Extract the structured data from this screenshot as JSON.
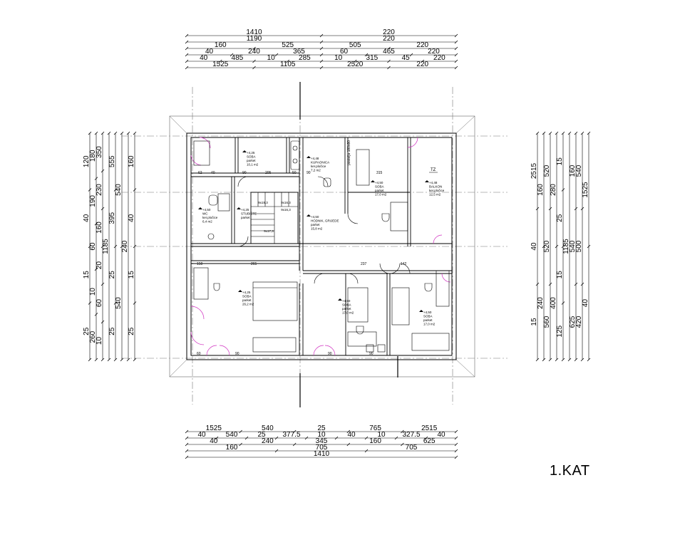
{
  "sheet": {
    "label": "1.KAT"
  },
  "dims": {
    "top": [
      [
        "1410",
        "220"
      ],
      [
        "1190",
        "220"
      ],
      [
        "160",
        "525",
        "505",
        "220"
      ],
      [
        "40",
        "240",
        "365",
        "60",
        "465",
        "220"
      ],
      [
        "40",
        "485",
        "10",
        "285",
        "10",
        "315",
        "45",
        "220"
      ],
      [
        "1525",
        "1105",
        "2520",
        "220"
      ]
    ],
    "bottom": [
      [
        "1525",
        "540",
        "25",
        "765",
        "2515"
      ],
      [
        "40",
        "540",
        "25",
        "377.5",
        "10",
        "40",
        "10",
        "327.5",
        "40"
      ],
      [
        "40",
        "240",
        "345",
        "160",
        "625"
      ],
      [
        "160",
        "705",
        "705"
      ],
      [
        "1410"
      ]
    ],
    "left": [
      [
        "120",
        "40",
        "15",
        "25"
      ],
      [
        "180",
        "190",
        "60",
        "10",
        "260"
      ],
      [
        "350",
        "230",
        "160",
        "20",
        "60",
        "10"
      ],
      [
        "1185"
      ],
      [
        "555",
        "395",
        "25",
        "25"
      ],
      [
        "540",
        "540"
      ],
      [
        "240"
      ],
      [
        "160",
        "40",
        "15",
        "25"
      ]
    ],
    "right": [
      [
        "2515",
        "40",
        "15"
      ],
      [
        "160",
        "240"
      ],
      [
        "520",
        "520",
        "560"
      ],
      [
        "280",
        "400"
      ],
      [
        "15",
        "25",
        "15",
        "125"
      ],
      [
        "1185"
      ],
      [
        "160",
        "540",
        "625"
      ],
      [
        "540",
        "500",
        "420"
      ],
      [
        "1525",
        "40"
      ]
    ]
  },
  "rooms": [
    {
      "level": "+4,25",
      "name": "SOBA",
      "floor": "parket",
      "area": "10,1 m2"
    },
    {
      "level": "+4,48",
      "name": "KUPAONICA",
      "floor": "ker.pločice",
      "area": "7,2 m2"
    },
    {
      "level": "+4,50",
      "name": "SOBA",
      "floor": "parket",
      "area": "17,0 m2"
    },
    {
      "level": "+4,48",
      "name": "BALKON",
      "floor": "ker.pločice",
      "area": "12,5 m2"
    },
    {
      "level": "+4,50",
      "name": "WC",
      "floor": "ker.pločice",
      "area": "6,4 m2"
    },
    {
      "level": "+4,25",
      "name": "STUBIŠTE",
      "floor": "parket",
      "area": ""
    },
    {
      "level": "+4,50",
      "name": "HODNIK, GRIJEDE",
      "floor": "parket",
      "area": "15,8 m2"
    },
    {
      "level": "+4,25",
      "name": "SOBA",
      "floor": "parket",
      "area": "26,2 m2"
    },
    {
      "level": "+4,50",
      "name": "SOBA",
      "floor": "parket",
      "area": "17,0 m2"
    },
    {
      "level": "+4,50",
      "name": "SOBA",
      "floor": "parket",
      "area": "17,0 m2"
    }
  ],
  "stairs": [
    "9x19,3",
    "9x16,3",
    "9x16,3",
    "9x17,3"
  ],
  "notes": {
    "bed": "postelja 180x80",
    "tz": "TZ"
  }
}
